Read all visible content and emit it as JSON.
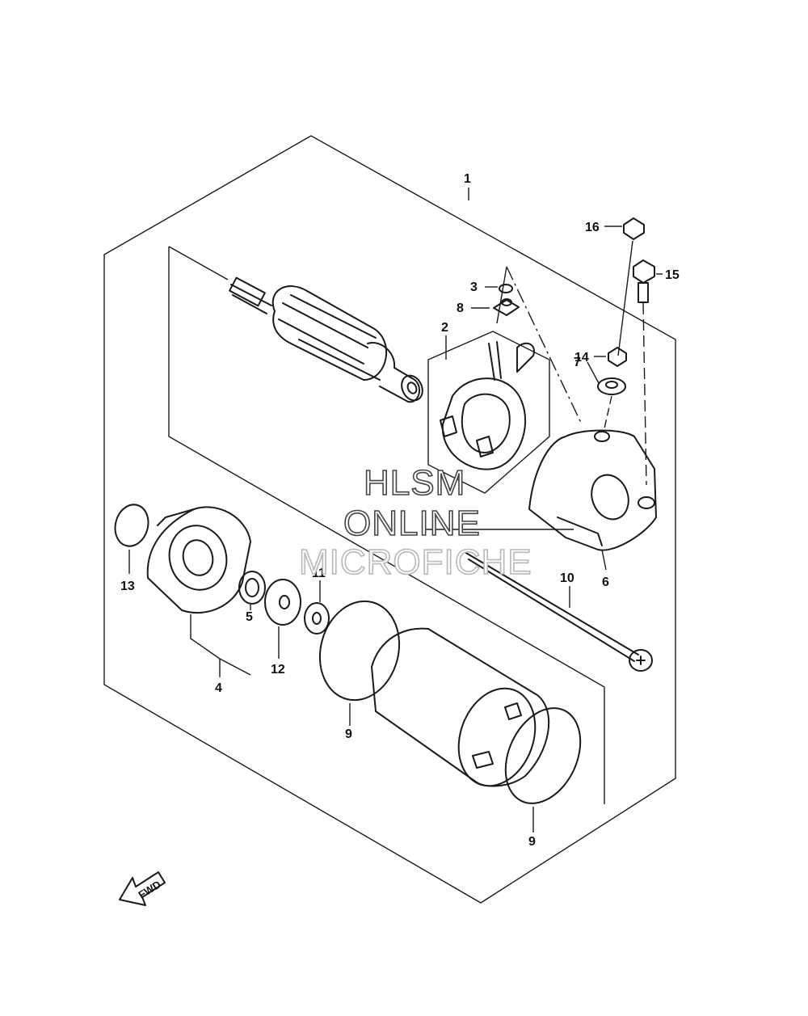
{
  "diagram": {
    "labels": {
      "p1": "1",
      "p2": "2",
      "p3": "3",
      "p4": "4",
      "p5": "5",
      "p6": "6",
      "p7": "7",
      "p8": "8",
      "p9a": "9",
      "p9b": "9",
      "p10": "10",
      "p11": "11",
      "p12": "12",
      "p13": "13",
      "p14": "14",
      "p15": "15",
      "p16": "16"
    },
    "watermark": {
      "line1": "HLSM",
      "line2": "ONLINE",
      "line3": "MICROFICHE"
    },
    "fwd_label": "FWD",
    "icons": {
      "fwd": "fwd-arrow-icon"
    }
  }
}
